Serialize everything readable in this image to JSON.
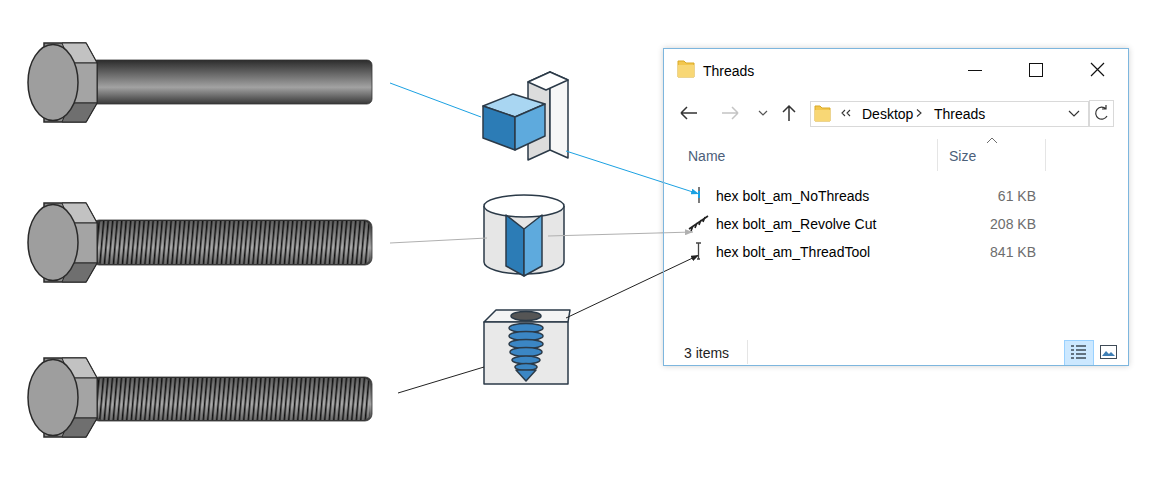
{
  "diagram": {
    "nodes": [
      {
        "text": [
          "Threads",
          "Name",
          "Size",
          "3 items"
        ]
      },
      {
        "text": [
          "Desktop",
          "Threads"
        ],
        "in": 0
      },
      {
        "text": [
          "hex bolt_am_NoThreads",
          "61 KB"
        ],
        "in": 0
      },
      {
        "text": [
          "hex bolt_am_Revolve Cut",
          "208 KB"
        ],
        "in": 0
      },
      {
        "text": [
          "hex bolt_am_ThreadTool",
          "841 KB"
        ],
        "in": 0
      }
    ]
  }
}
